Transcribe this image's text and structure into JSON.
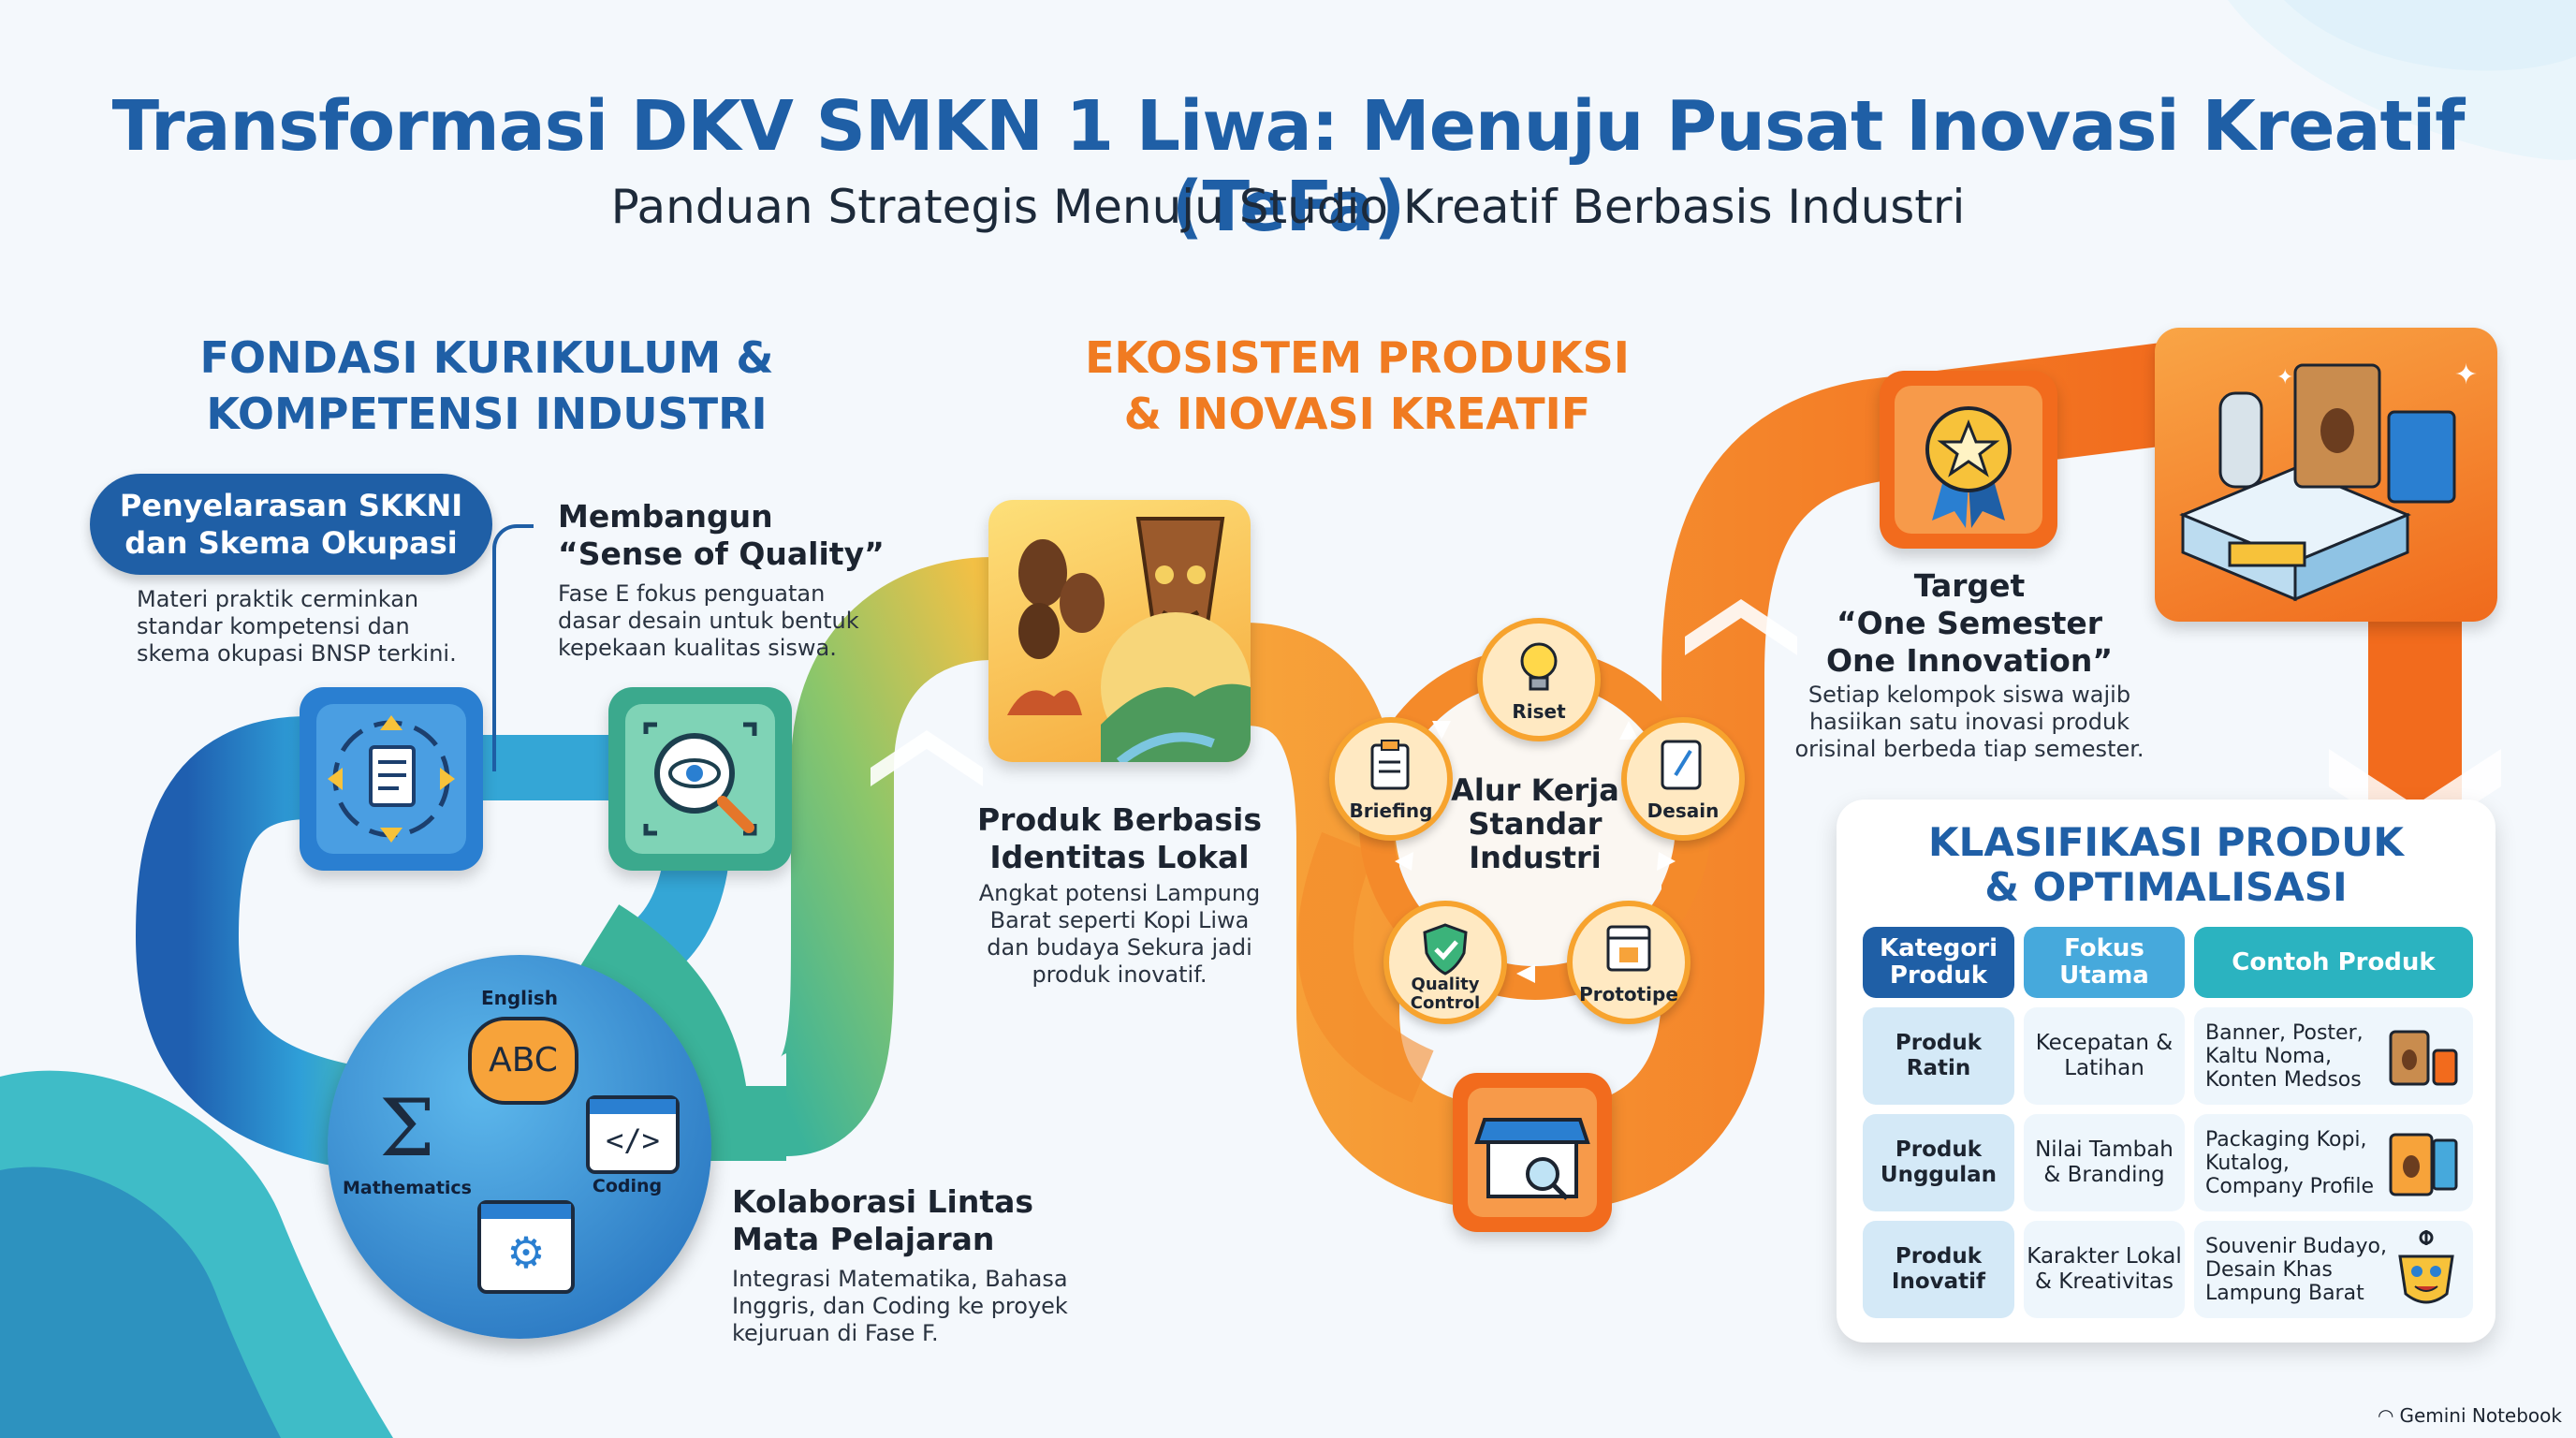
{
  "header": {
    "title": "Transformasi DKV SMKN 1 Liwa: Menuju Pusat Inovasi Kreatif (TeFa)",
    "subtitle": "Panduan Strategis Menuju Studio Kreatif Berbasis Industri"
  },
  "left_section": {
    "heading_line1": "FONDASI KURIKULUM &",
    "heading_line2": "KOMPETENSI INDUSTRI",
    "pill_line1": "Penyelarasan SKKNI",
    "pill_line2": "dan Skema Okupasi",
    "pill_desc": [
      "Materi praktik cerminkan",
      "standar kompetensi dan",
      "skema okupasi BNSP terkini."
    ],
    "quality_title_line1": "Membangun",
    "quality_title_line2": "“Sense of Quality”",
    "quality_desc": [
      "Fase E fokus penguatan",
      "dasar desain untuk bentuk",
      "kepekaan kualitas siswa."
    ],
    "subjects": {
      "english": "English",
      "abc": "ABC",
      "math": "Mathematics",
      "coding": "Coding"
    },
    "collab_title_line1": "Kolaborasi Lintas",
    "collab_title_line2": "Mata Pelajaran",
    "collab_desc": [
      "Integrasi Matematika, Bahasa",
      "Inggris, dan Coding ke proyek",
      "kejuruan di Fase F."
    ]
  },
  "middle_section": {
    "heading_line1": "EKOSISTEM PRODUKSI",
    "heading_line2": "& INOVASI KREATIF",
    "local_title_line1": "Produk Berbasis",
    "local_title_line2": "Identitas Lokal",
    "local_desc": [
      "Angkat potensi Lampung",
      "Barat seperti Kopi Liwa",
      "dan budaya Sekura jadi",
      "produk inovatif."
    ],
    "workflow_center_line1": "Alur Kerja",
    "workflow_center_line2": "Standar",
    "workflow_center_line3": "Industri",
    "workflow_steps": [
      "Riset",
      "Desain",
      "Prototipe",
      "Quality Control",
      "Briefing"
    ]
  },
  "right_section": {
    "target_line1": "Target",
    "target_line2": "“One Semester",
    "target_line3": "One Innovation”",
    "target_desc": [
      "Setiap kelompok siswa wajib",
      "hasiikan satu inovasi produk",
      "orisinal berbeda tiap semester."
    ],
    "table_heading_line1": "KLASIFIKASI PRODUK",
    "table_heading_line2": "& OPTIMALISASI",
    "columns": [
      "Kategori Produk",
      "Fokus Utama",
      "Contoh Produk"
    ],
    "rows": [
      {
        "category": "Produk Ratin",
        "focus": "Kecepatan & Latihan",
        "example": [
          "Banner, Poster,",
          "Kaltu Noma,",
          "Konten Medsos"
        ]
      },
      {
        "category": "Produk Unggulan",
        "focus": "Nilai Tambah & Branding",
        "example": [
          "Packaging Kopi,",
          "Kutalog,",
          "Company Profile"
        ]
      },
      {
        "category": "Produk Inovatif",
        "focus": "Karakter Lokal & Kreativitas",
        "example": [
          "Souvenir Budayo,",
          "Desain Khas",
          "Lampung Barat"
        ]
      }
    ]
  },
  "footer": {
    "brand": "Gemini Notebook"
  },
  "colors": {
    "blue": "#1f5fa6",
    "orange": "#f07b21",
    "teal": "#2bb3c0",
    "green": "#3bb37a"
  }
}
